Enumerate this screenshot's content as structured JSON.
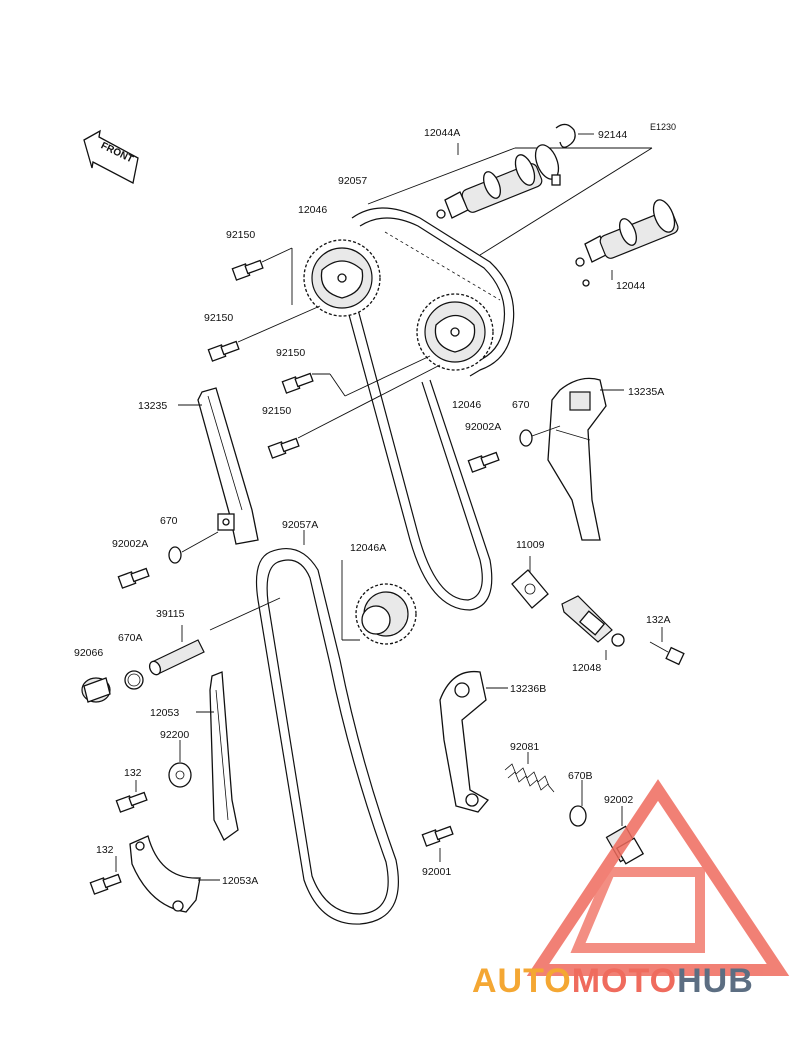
{
  "diagram": {
    "code": "E1230",
    "front_label": "FRONT",
    "parts": {
      "p12044A": "12044A",
      "p92144": "92144",
      "p92057": "92057",
      "p12046_top": "12046",
      "p12044": "12044",
      "p92150_a": "92150",
      "p92150_b": "92150",
      "p92150_c": "92150",
      "p92150_d": "92150",
      "p12046_mid": "12046",
      "p670_r": "670",
      "p13235A": "13235A",
      "p92002A_r": "92002A",
      "p13235": "13235",
      "p670_l": "670",
      "p92057A": "92057A",
      "p12046A": "12046A",
      "p92002A_l": "92002A",
      "p11009": "11009",
      "p39115": "39115",
      "p670A": "670A",
      "p92066": "92066",
      "p132A": "132A",
      "p12048": "12048",
      "p13236B": "13236B",
      "p12053": "12053",
      "p92200": "92200",
      "p92081": "92081",
      "p132_a": "132",
      "p670B": "670B",
      "p92002": "92002",
      "p132_b": "132",
      "p12053A": "12053A",
      "p92001": "92001"
    }
  },
  "watermark": {
    "part1": "AUTO",
    "part2": "MOTO",
    "part3": "HUB",
    "colors": {
      "orange": "#f4a733",
      "red": "#ef6b5d",
      "slate": "#5c6e82"
    }
  }
}
